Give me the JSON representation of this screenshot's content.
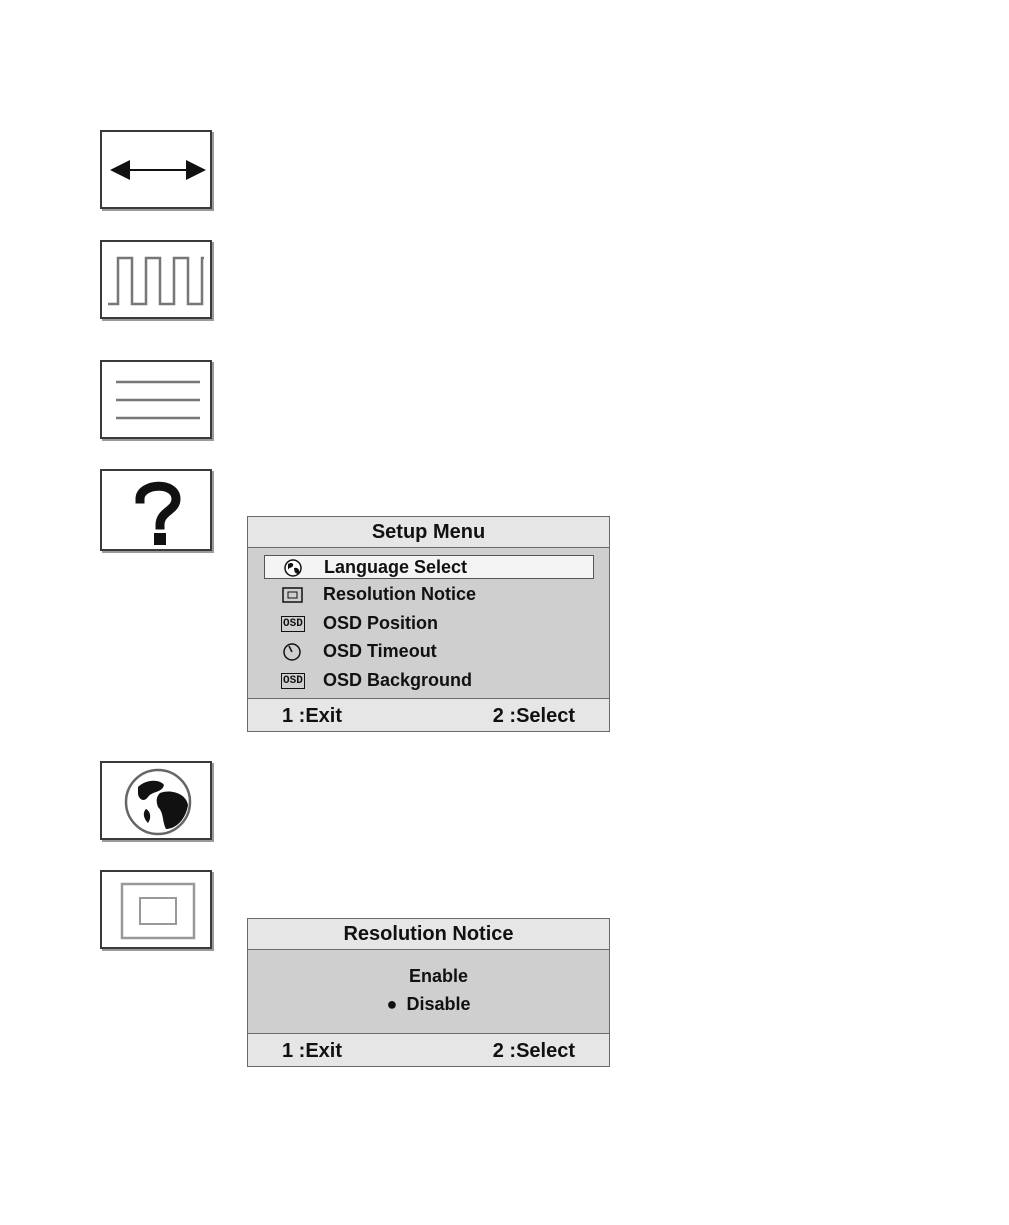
{
  "icons": [
    {
      "name": "h-position-icon"
    },
    {
      "name": "clock-icon"
    },
    {
      "name": "phase-icon"
    },
    {
      "name": "setup-menu-icon"
    },
    {
      "name": "language-select-icon"
    },
    {
      "name": "resolution-notice-icon"
    }
  ],
  "setup_menu": {
    "title": "Setup Menu",
    "items": [
      {
        "label": "Language Select",
        "icon": "globe-icon",
        "selected": true
      },
      {
        "label": "Resolution Notice",
        "icon": "resolution-icon",
        "selected": false
      },
      {
        "label": "OSD Position",
        "icon": "osd-icon",
        "badge": "OSD",
        "selected": false
      },
      {
        "label": "OSD Timeout",
        "icon": "timer-icon",
        "selected": false
      },
      {
        "label": "OSD Background",
        "icon": "osd-icon",
        "badge": "OSD",
        "selected": false
      }
    ],
    "footer_left": "1 :Exit",
    "footer_right": "2 :Select"
  },
  "resolution_notice": {
    "title": "Resolution Notice",
    "options": [
      {
        "label": "Enable",
        "selected": false
      },
      {
        "label": "Disable",
        "selected": true
      }
    ],
    "footer_left": "1 :Exit",
    "footer_right": "2 :Select"
  }
}
